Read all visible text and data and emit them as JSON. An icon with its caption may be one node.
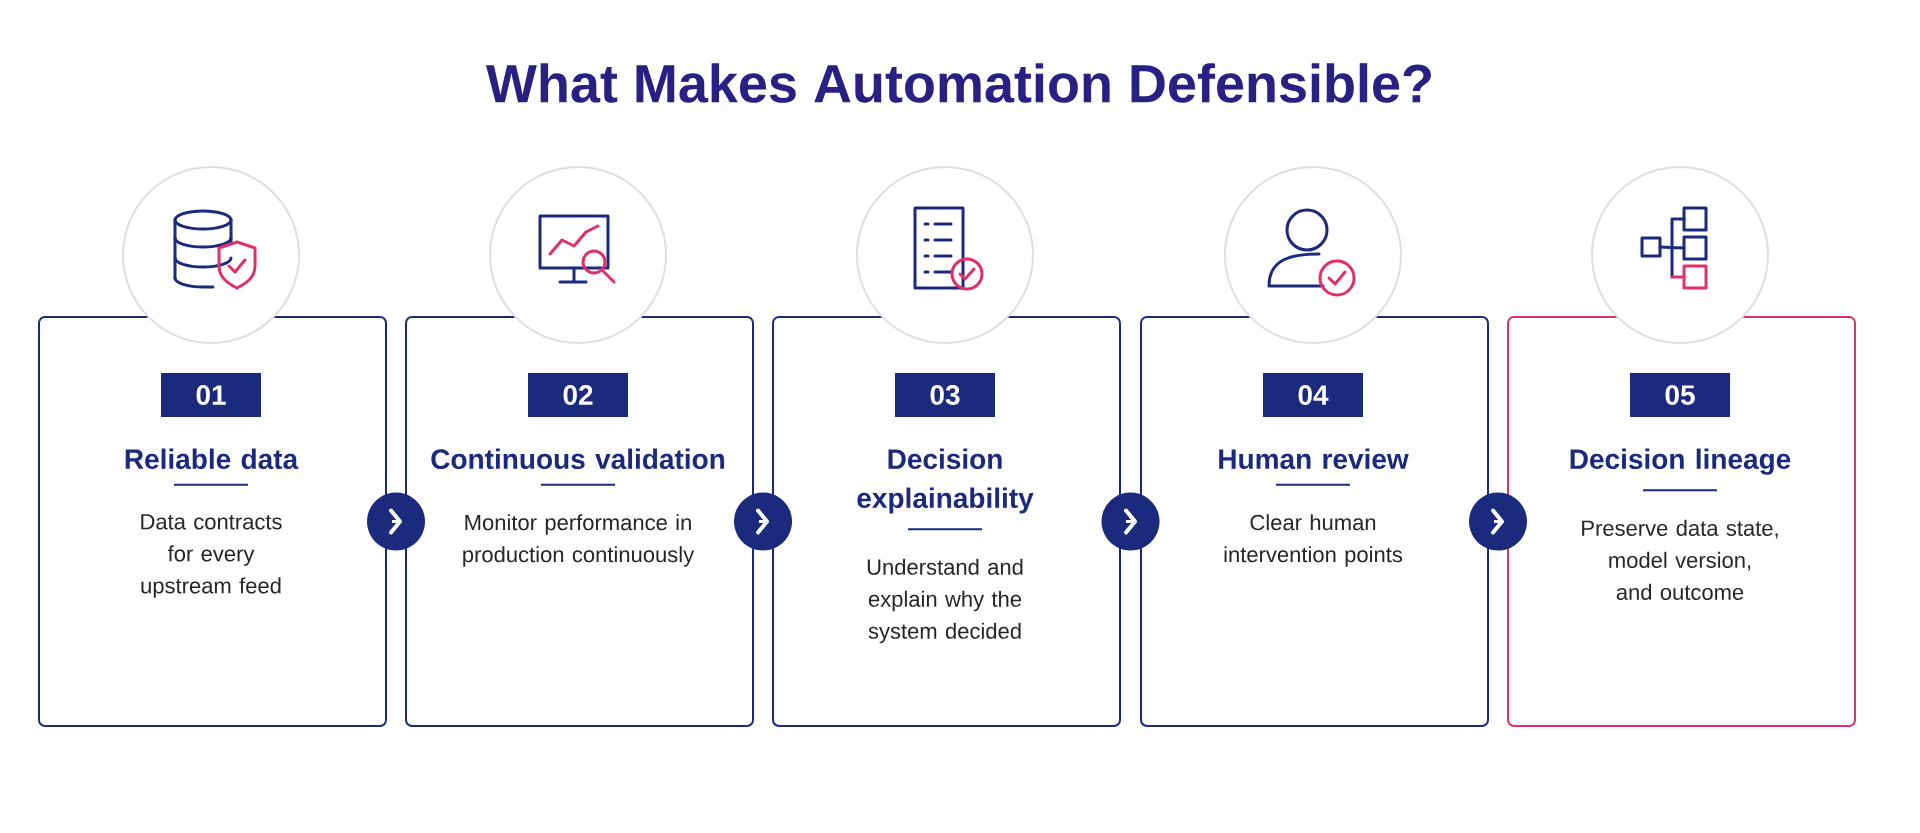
{
  "diagram": {
    "title": "What Makes Automation Defensible?",
    "nodes": [
      {
        "text": [
          "01",
          "Reliable data",
          "Data contracts for every upstream feed"
        ]
      },
      {
        "text": [
          "02",
          "Continuous validation",
          "Monitor performance in production continuously"
        ]
      },
      {
        "text": [
          "03",
          "Decision explainability",
          "Understand and explain why the system decided"
        ]
      },
      {
        "text": [
          "04",
          "Human review",
          "Clear human intervention points"
        ]
      },
      {
        "text": [
          "05",
          "Decision lineage",
          "Preserve data state, model version, and outcome"
        ]
      }
    ],
    "edges": [
      {
        "from": 0,
        "to": 1,
        "arrow": "to"
      },
      {
        "from": 1,
        "to": 2,
        "arrow": "to"
      },
      {
        "from": 2,
        "to": 3,
        "arrow": "to"
      },
      {
        "from": 3,
        "to": 4,
        "arrow": "to"
      }
    ]
  }
}
